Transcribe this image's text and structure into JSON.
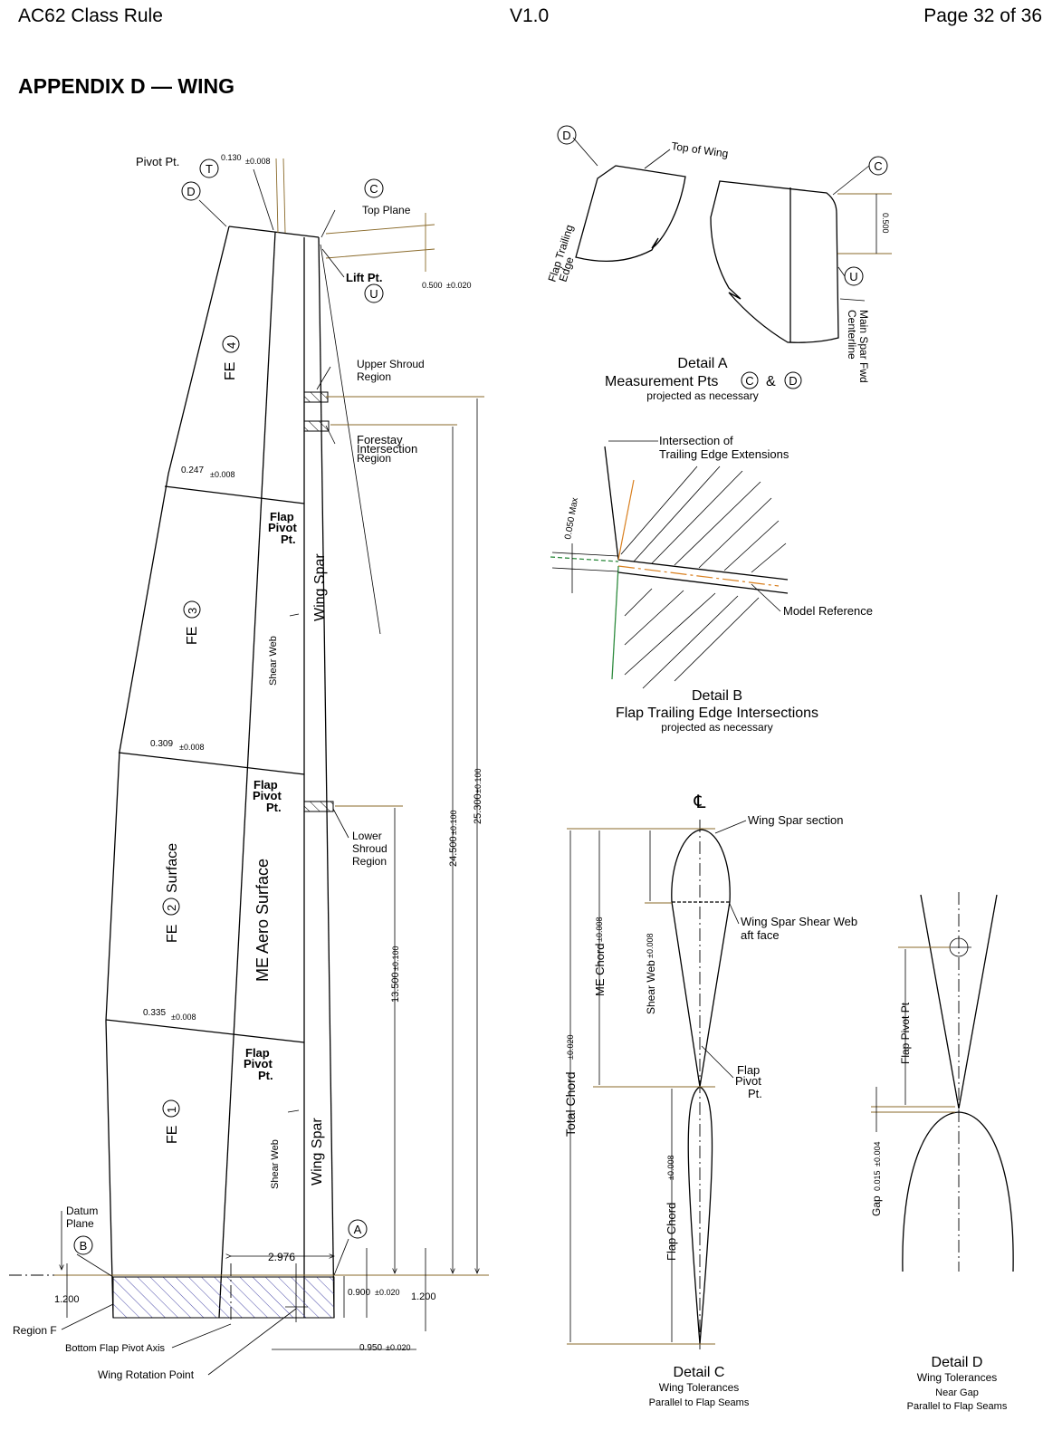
{
  "header": {
    "left": "AC62 Class Rule",
    "center": "V1.0",
    "right": "Page 32 of 36"
  },
  "page_title": "APPENDIX D — WING",
  "main": {
    "pivot_pt": "Pivot Pt.",
    "T": "T",
    "D": "D",
    "C": "C",
    "U": "U",
    "A": "A",
    "B": "B",
    "tol_0130": "0.130",
    "tol_008": "±0.008",
    "top_plane": "Top Plane",
    "lift_pt": "Lift Pt.",
    "tol_0500": "0.500",
    "tol_020": "±0.020",
    "upper_shroud": "Upper Shroud",
    "region": "Region",
    "forestay": "Forestay",
    "intersection": "Intersection",
    "fe4": "FE",
    "n4": "4",
    "fe3": "FE",
    "n3": "3",
    "fe2a": "FE",
    "n2": "2",
    "fe2b": "Surface",
    "fe1": "FE",
    "n1": "1",
    "d0247": "0.247",
    "d0309": "0.309",
    "d0335": "0.335",
    "flap": "Flap",
    "pivot": "Pivot",
    "pt": "Pt.",
    "shear_web": "Shear Web",
    "wing_spar": "Wing Spar",
    "me_aero": "ME Aero Surface",
    "lower": "Lower",
    "shroud": "Shroud",
    "d13500": "13.500",
    "d24500": "24.500",
    "d25300": "25.300",
    "tol_100": "±0.100",
    "datum": "Datum",
    "plane": "Plane",
    "d1200": "1.200",
    "d2976": "2.976",
    "d0900": "0.900",
    "d0950": "0.950",
    "region_f": "Region F",
    "bottom_flap": "Bottom Flap Pivot Axis",
    "wing_rot": "Wing Rotation Point"
  },
  "detail_a": {
    "top_of_wing": "Top of Wing",
    "flap_trailing": "Flap Trailing",
    "edge": "Edge",
    "dim": "0.500",
    "main_spar": "Main Spar Fwd",
    "centerline": "Centerline",
    "title": "Detail A",
    "sub1": "Measurement Pts",
    "amp": "&",
    "sub2": "projected as necessary"
  },
  "detail_b": {
    "int1": "Intersection of",
    "int2": "Trailing Edge Extensions",
    "max": "0.050  Max",
    "model_ref": "Model Reference",
    "title": "Detail B",
    "sub1": "Flap Trailing Edge Intersections",
    "sub2": "projected as necessary"
  },
  "detail_c": {
    "cl": "℄",
    "spar_section": "Wing Spar section",
    "web1": "Wing Spar Shear Web",
    "web2": "aft face",
    "total_chord": "Total Chord",
    "tol_total": "±0.020",
    "me_chord": "ME Chord",
    "shear_web": "Shear Web",
    "tol_008": "±0.008",
    "flap_chord": "Flap Chord",
    "flap": "Flap",
    "pivot": "Pivot",
    "pt": "Pt.",
    "title": "Detail C",
    "sub1": "Wing Tolerances",
    "sub2": "Parallel to Flap Seams"
  },
  "detail_d": {
    "flap_pivot_pt": "Flap Pivot Pt",
    "gap": "Gap",
    "gap_val": "0.015",
    "gap_tol": "±0.004",
    "title": "Detail D",
    "sub1": "Wing Tolerances",
    "sub2": "Near Gap",
    "sub3": "Parallel to Flap Seams"
  }
}
